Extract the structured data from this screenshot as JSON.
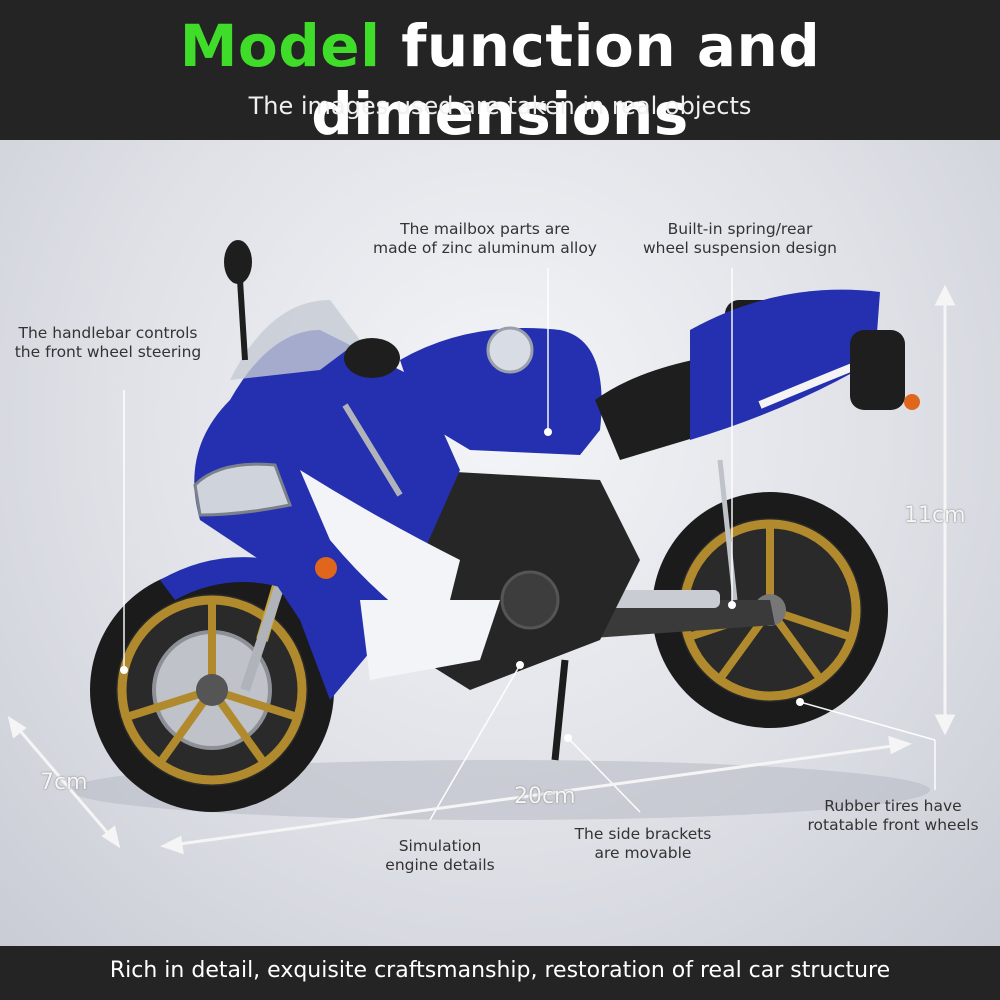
{
  "header": {
    "title_accent": "Model",
    "title_rest": "function and dimensions",
    "subtitle": "The images used are taken in real objects"
  },
  "callouts": {
    "mailbox": [
      "The mailbox parts are",
      "made of zinc aluminum alloy"
    ],
    "suspension": [
      "Built-in spring/rear",
      "wheel suspension design"
    ],
    "handlebar": [
      "The handlebar controls",
      "the front wheel steering"
    ],
    "engine": [
      "Simulation",
      "engine details"
    ],
    "brackets": [
      "The side brackets",
      "are movable"
    ],
    "tires": [
      "Rubber tires have",
      "rotatable front wheels"
    ]
  },
  "dimensions": {
    "height": "11cm",
    "length": "20cm",
    "width": "7cm"
  },
  "footer": {
    "text": "Rich in detail, exquisite craftsmanship, restoration of real car structure"
  },
  "colors": {
    "accent_green": "#3fdc2a",
    "header_bg": "#242424",
    "bike_blue": "#2430b0",
    "rim_gold": "#b08a2c"
  }
}
